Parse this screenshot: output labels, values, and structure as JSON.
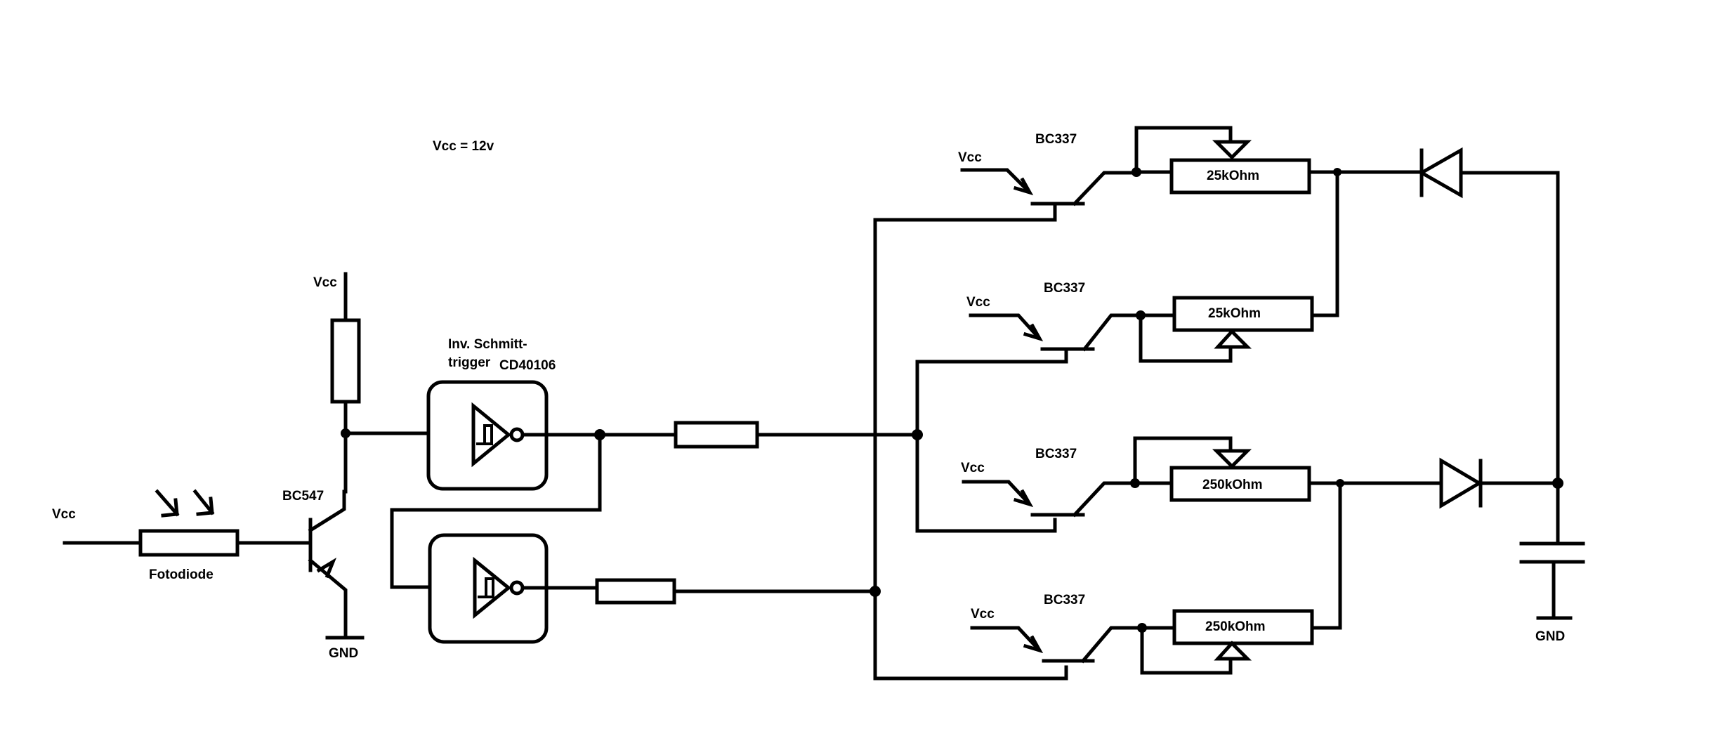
{
  "supply": {
    "vcc_note": "Vcc = 12v"
  },
  "labels": {
    "vcc": "Vcc",
    "gnd": "GND",
    "photodiode": "Fotodiode",
    "bc547": "BC547",
    "schmitt_line1": "Inv. Schmitt-",
    "schmitt_line2": "trigger",
    "cd40106": "CD40106",
    "bc337": "BC337"
  },
  "potentiometers": [
    {
      "value": "25kOhm"
    },
    {
      "value": "25kOhm"
    },
    {
      "value": "250kOhm"
    },
    {
      "value": "250kOhm"
    }
  ]
}
